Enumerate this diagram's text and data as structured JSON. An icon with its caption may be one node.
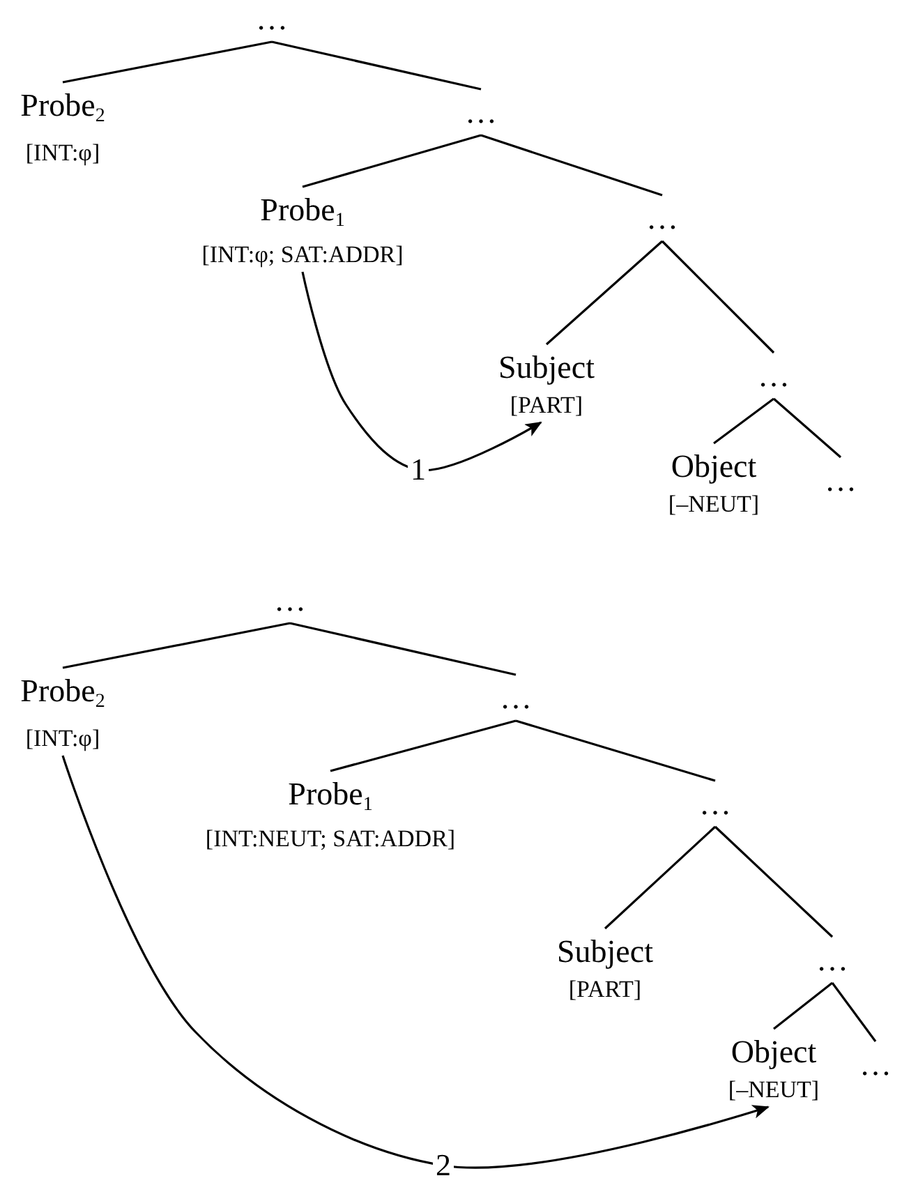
{
  "diagram": {
    "nodes": [
      {
        "text": [
          "…"
        ]
      },
      {
        "text": [
          "Probe$_{2}$",
          "[INT:φ]"
        ]
      },
      {
        "text": [
          "…"
        ]
      },
      {
        "text": [
          "Probe$_{1}$",
          "[INT:φ; SAT:ADDR]"
        ]
      },
      {
        "text": [
          "…"
        ]
      },
      {
        "text": [
          "Subject",
          "[PART]"
        ]
      },
      {
        "text": [
          "…"
        ]
      },
      {
        "text": [
          "Object",
          "[–NEUT]"
        ]
      },
      {
        "text": [
          "…"
        ]
      },
      {
        "text": [
          "…"
        ]
      },
      {
        "text": [
          "Probe$_{2}$",
          "[INT:φ]"
        ]
      },
      {
        "text": [
          "…"
        ]
      },
      {
        "text": [
          "Probe$_{1}$",
          "[INT:NEUT; SAT:ADDR]"
        ]
      },
      {
        "text": [
          "…"
        ]
      },
      {
        "text": [
          "Subject",
          "[PART]"
        ]
      },
      {
        "text": [
          "…"
        ]
      },
      {
        "text": [
          "Object",
          "[–NEUT]"
        ]
      },
      {
        "text": [
          "…"
        ]
      }
    ],
    "edges": [
      {
        "from": 0,
        "to": 1,
        "arrow": "none"
      },
      {
        "from": 0,
        "to": 2,
        "arrow": "none"
      },
      {
        "from": 2,
        "to": 3,
        "arrow": "none"
      },
      {
        "from": 2,
        "to": 4,
        "arrow": "none"
      },
      {
        "from": 4,
        "to": 5,
        "arrow": "none"
      },
      {
        "from": 4,
        "to": 6,
        "arrow": "none"
      },
      {
        "from": 6,
        "to": 7,
        "arrow": "none"
      },
      {
        "from": 6,
        "to": 8,
        "arrow": "none"
      },
      {
        "from": 3,
        "to": 5,
        "arrow": "to",
        "label": "1"
      },
      {
        "from": 9,
        "to": 10,
        "arrow": "none"
      },
      {
        "from": 9,
        "to": 11,
        "arrow": "none"
      },
      {
        "from": 11,
        "to": 12,
        "arrow": "none"
      },
      {
        "from": 11,
        "to": 13,
        "arrow": "none"
      },
      {
        "from": 13,
        "to": 14,
        "arrow": "none"
      },
      {
        "from": 13,
        "to": 15,
        "arrow": "none"
      },
      {
        "from": 15,
        "to": 16,
        "arrow": "none"
      },
      {
        "from": 15,
        "to": 17,
        "arrow": "none"
      },
      {
        "from": 10,
        "to": 16,
        "arrow": "to",
        "label": "2"
      }
    ]
  }
}
